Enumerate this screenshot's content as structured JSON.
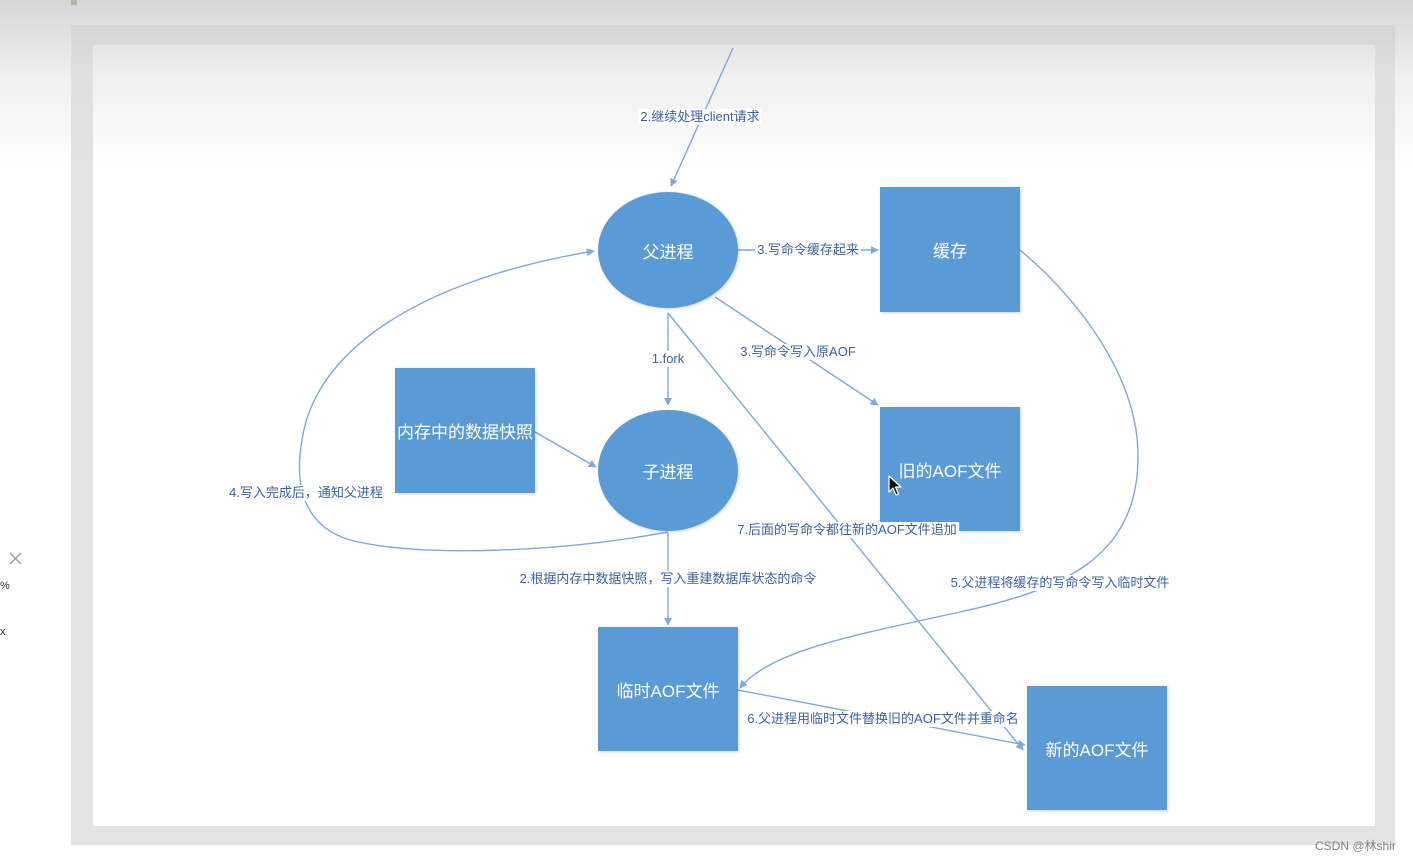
{
  "diagram": {
    "nodes": {
      "parent_process": "父进程",
      "cache": "缓存",
      "old_aof_file": "旧的AOF文件",
      "memory_snapshot": "内存中的数据快照",
      "child_process": "子进程",
      "temp_aof_file": "临时AOF文件",
      "new_aof_file": "新的AOF文件"
    },
    "edges": [
      {
        "label": "2.继续处理client请求"
      },
      {
        "label": "3.写命令缓存起来"
      },
      {
        "label": "3.写命令写入原AOF"
      },
      {
        "label": "1.fork"
      },
      {
        "label": "4.写入完成后，通知父进程"
      },
      {
        "label": "7.后面的写命令都往新的AOF文件追加"
      },
      {
        "label": "2.根据内存中数据快照，写入重建数据库状态的命令"
      },
      {
        "label": "5.父进程将缓存的写命令写入临时文件"
      },
      {
        "label": "6.父进程用临时文件替换旧的AOF文件并重命名"
      }
    ]
  },
  "side_panel": {
    "fragment_1": "%",
    "fragment_2": "x"
  },
  "watermark": "CSDN @林shir",
  "icons": {
    "close": "close-icon",
    "cursor": "mouse-cursor-icon"
  },
  "colors": {
    "node_fill": "#5b9bd5",
    "node_text": "#ffffff",
    "edge": "#7ea9d9",
    "edge_label": "#3a62a6",
    "frame": "#e3e3e3",
    "accent_bar": "#3f9b43",
    "watermark": "#808080"
  }
}
